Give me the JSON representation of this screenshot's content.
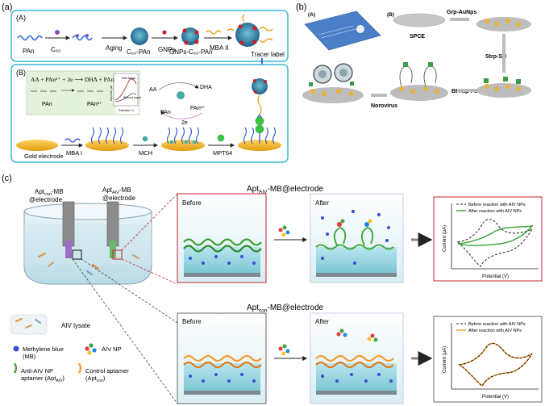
{
  "panel_a": {
    "label": "(a)",
    "sub_a": "(A)",
    "sub_b": "(B)",
    "steps": {
      "pan": "PAn",
      "c60": "C₆₀",
      "aging": "Aging",
      "c60_pan": "C₆₀-PAn",
      "gnps": "GNPs",
      "gnps_c60_pan": "GNPs-C₆₀-PAn",
      "mba2": "MBA II",
      "tracer": "Tracer label"
    },
    "reaction": "AA + PAn²⁺ + 2e ⟶ DHA + PAn",
    "pan_label": "PAn",
    "pan2_label": "PAn²⁺",
    "cv_with": "With target",
    "cv_without": "Without target",
    "cv_xlabel": "Potential / V",
    "cv_ylabel": "Current / μA",
    "cycle": {
      "aa": "AA",
      "dha": "DHA",
      "pan": "PAn",
      "pan2": "PAn²⁺",
      "e": "2e"
    },
    "bottom": {
      "gold": "Gold electrode",
      "mba1": "MBA I",
      "mch": "MCH",
      "mpt64": "MPT64"
    }
  },
  "panel_b": {
    "label": "(b)",
    "sub_a": "(A)",
    "sub_b": "(B)",
    "spce": "SPCE",
    "grp": "Grp-AuNps",
    "strp": "Strp-SH",
    "bt": "Bt-Atp-Fc",
    "norovirus": "Norovirus"
  },
  "panel_c": {
    "label": "(c)",
    "apt_con_line1": "Apt",
    "apt_con_sub": "con",
    "apt_con_line2": "-MB",
    "apt_con_line3": "@electrode",
    "apt_aiv_line1": "Apt",
    "apt_aiv_sub": "AIV",
    "apt_aiv_line2": "-MB",
    "apt_aiv_line3": "@electrode",
    "top_title_pre": "Apt",
    "top_title_sub": "AIV",
    "top_title_post": "-MB@electrode",
    "bottom_title_pre": "Apt",
    "bottom_title_sub": "con",
    "bottom_title_post": "-MB@electrode",
    "before": "Before",
    "after": "After",
    "legend": {
      "lysate": "AIV lysate",
      "mb1": "Methylene blue",
      "mb2": "(MB)",
      "aivnp": "AIV NP",
      "anti1": "Anti-AIV NP",
      "anti2": "aptamer (Apt",
      "anti2_sub": "AIV",
      "anti2_end": ")",
      "ctrl1": "Control aptamer",
      "ctrl2": "(Apt",
      "ctrl2_sub": "con",
      "ctrl2_end": ")"
    },
    "graph_top": {
      "legend_before": "Before reaction with AIV NPs",
      "legend_after": "After reaction with AIV NPs",
      "xlabel": "Potential (V)",
      "ylabel": "Current (μA)",
      "after_color": "#3aa332"
    },
    "graph_bottom": {
      "legend_before": "Before reaction with AIV NPs",
      "legend_after": "After reaction with AIV NPs",
      "xlabel": "Potential (V)",
      "ylabel": "Current (μA)",
      "after_color": "#f39a2b"
    }
  },
  "colors": {
    "frame_cyan": "#39b6d6",
    "gold": "#f0b429",
    "mb_blue": "#3a4fd0",
    "electrode_teal": "#9ed7df"
  }
}
